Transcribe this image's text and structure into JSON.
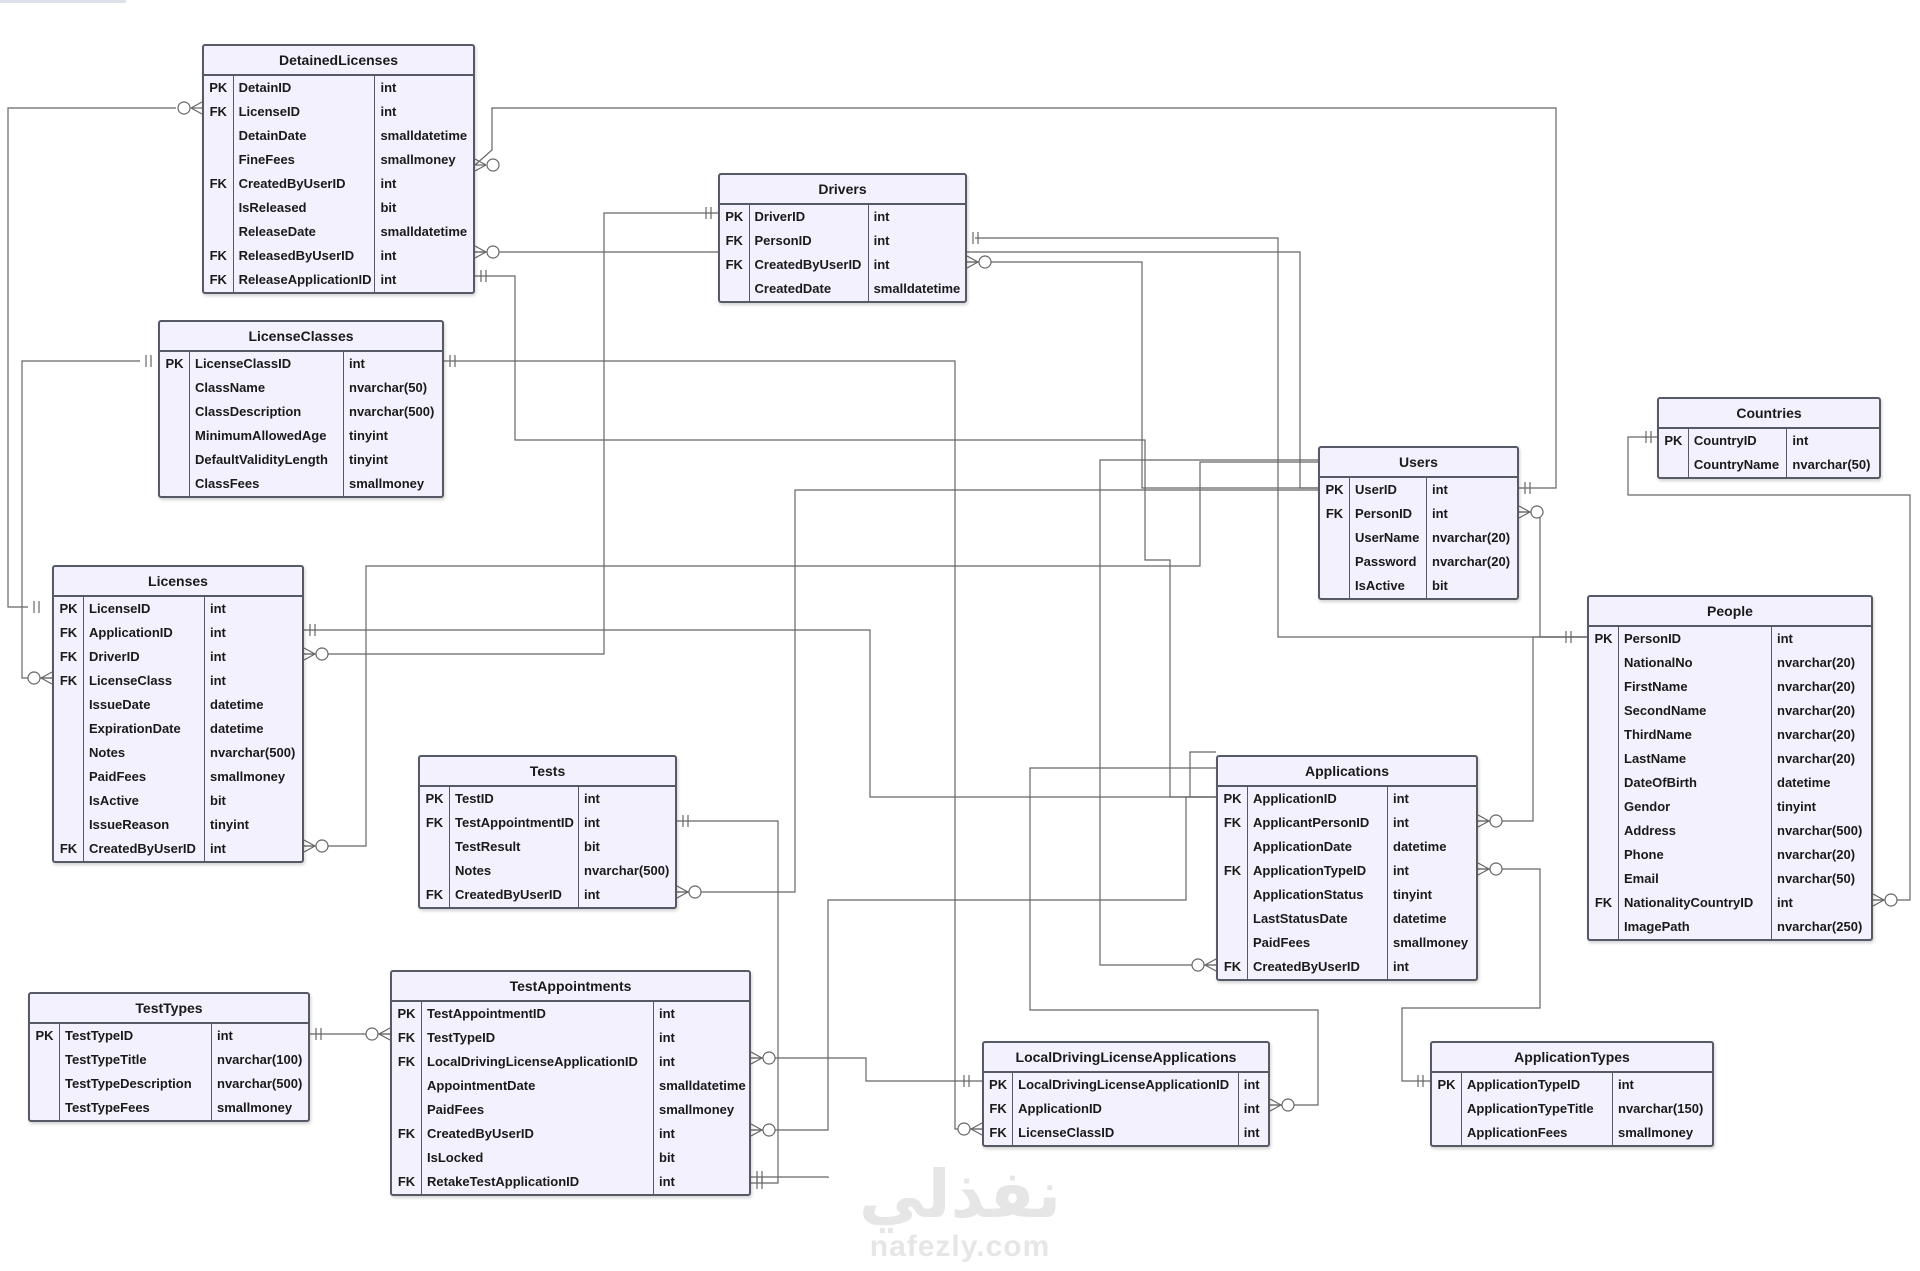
{
  "page_title": "Driving License Management Database ERD",
  "watermark": {
    "arabic": "نفذلي",
    "latin": "nafezly.com"
  },
  "entities": {
    "DetainedLicenses": {
      "title": "DetainedLicenses",
      "rows": [
        {
          "key": "PK",
          "name": "DetainID",
          "type": "int"
        },
        {
          "key": "FK",
          "name": "LicenseID",
          "type": "int"
        },
        {
          "key": "",
          "name": "DetainDate",
          "type": "smalldatetime"
        },
        {
          "key": "",
          "name": "FineFees",
          "type": "smallmoney"
        },
        {
          "key": "FK",
          "name": "CreatedByUserID",
          "type": "int"
        },
        {
          "key": "",
          "name": "IsReleased",
          "type": "bit"
        },
        {
          "key": "",
          "name": "ReleaseDate",
          "type": "smalldatetime"
        },
        {
          "key": "FK",
          "name": "ReleasedByUserID",
          "type": "int"
        },
        {
          "key": "FK",
          "name": "ReleaseApplicationID",
          "type": "int"
        }
      ]
    },
    "Drivers": {
      "title": "Drivers",
      "rows": [
        {
          "key": "PK",
          "name": "DriverID",
          "type": "int"
        },
        {
          "key": "FK",
          "name": "PersonID",
          "type": "int"
        },
        {
          "key": "FK",
          "name": "CreatedByUserID",
          "type": "int"
        },
        {
          "key": "",
          "name": "CreatedDate",
          "type": "smalldatetime"
        }
      ]
    },
    "LicenseClasses": {
      "title": "LicenseClasses",
      "rows": [
        {
          "key": "PK",
          "name": "LicenseClassID",
          "type": "int"
        },
        {
          "key": "",
          "name": "ClassName",
          "type": "nvarchar(50)"
        },
        {
          "key": "",
          "name": "ClassDescription",
          "type": "nvarchar(500)"
        },
        {
          "key": "",
          "name": "MinimumAllowedAge",
          "type": "tinyint"
        },
        {
          "key": "",
          "name": "DefaultValidityLength",
          "type": "tinyint"
        },
        {
          "key": "",
          "name": "ClassFees",
          "type": "smallmoney"
        }
      ]
    },
    "Countries": {
      "title": "Countries",
      "rows": [
        {
          "key": "PK",
          "name": "CountryID",
          "type": "int"
        },
        {
          "key": "",
          "name": "CountryName",
          "type": "nvarchar(50)"
        }
      ]
    },
    "Users": {
      "title": "Users",
      "rows": [
        {
          "key": "PK",
          "name": "UserID",
          "type": "int"
        },
        {
          "key": "FK",
          "name": "PersonID",
          "type": "int"
        },
        {
          "key": "",
          "name": "UserName",
          "type": "nvarchar(20)"
        },
        {
          "key": "",
          "name": "Password",
          "type": "nvarchar(20)"
        },
        {
          "key": "",
          "name": "IsActive",
          "type": "bit"
        }
      ]
    },
    "Licenses": {
      "title": "Licenses",
      "rows": [
        {
          "key": "PK",
          "name": "LicenseID",
          "type": "int"
        },
        {
          "key": "FK",
          "name": "ApplicationID",
          "type": "int"
        },
        {
          "key": "FK",
          "name": "DriverID",
          "type": "int"
        },
        {
          "key": "FK",
          "name": "LicenseClass",
          "type": "int"
        },
        {
          "key": "",
          "name": "IssueDate",
          "type": "datetime"
        },
        {
          "key": "",
          "name": "ExpirationDate",
          "type": "datetime"
        },
        {
          "key": "",
          "name": "Notes",
          "type": "nvarchar(500)"
        },
        {
          "key": "",
          "name": "PaidFees",
          "type": "smallmoney"
        },
        {
          "key": "",
          "name": "IsActive",
          "type": "bit"
        },
        {
          "key": "",
          "name": "IssueReason",
          "type": "tinyint"
        },
        {
          "key": "FK",
          "name": "CreatedByUserID",
          "type": "int"
        }
      ]
    },
    "People": {
      "title": "People",
      "rows": [
        {
          "key": "PK",
          "name": "PersonID",
          "type": "int"
        },
        {
          "key": "",
          "name": "NationalNo",
          "type": "nvarchar(20)"
        },
        {
          "key": "",
          "name": "FirstName",
          "type": "nvarchar(20)"
        },
        {
          "key": "",
          "name": "SecondName",
          "type": "nvarchar(20)"
        },
        {
          "key": "",
          "name": "ThirdName",
          "type": "nvarchar(20)"
        },
        {
          "key": "",
          "name": "LastName",
          "type": "nvarchar(20)"
        },
        {
          "key": "",
          "name": "DateOfBirth",
          "type": "datetime"
        },
        {
          "key": "",
          "name": "Gendor",
          "type": "tinyint"
        },
        {
          "key": "",
          "name": "Address",
          "type": "nvarchar(500)"
        },
        {
          "key": "",
          "name": "Phone",
          "type": "nvarchar(20)"
        },
        {
          "key": "",
          "name": "Email",
          "type": "nvarchar(50)"
        },
        {
          "key": "FK",
          "name": "NationalityCountryID",
          "type": "int"
        },
        {
          "key": "",
          "name": "ImagePath",
          "type": "nvarchar(250)"
        }
      ]
    },
    "Tests": {
      "title": "Tests",
      "rows": [
        {
          "key": "PK",
          "name": "TestID",
          "type": "int"
        },
        {
          "key": "FK",
          "name": "TestAppointmentID",
          "type": "int"
        },
        {
          "key": "",
          "name": "TestResult",
          "type": "bit"
        },
        {
          "key": "",
          "name": "Notes",
          "type": "nvarchar(500)"
        },
        {
          "key": "FK",
          "name": "CreatedByUserID",
          "type": "int"
        }
      ]
    },
    "Applications": {
      "title": "Applications",
      "rows": [
        {
          "key": "PK",
          "name": "ApplicationID",
          "type": "int"
        },
        {
          "key": "FK",
          "name": "ApplicantPersonID",
          "type": "int"
        },
        {
          "key": "",
          "name": "ApplicationDate",
          "type": "datetime"
        },
        {
          "key": "FK",
          "name": "ApplicationTypeID",
          "type": "int"
        },
        {
          "key": "",
          "name": "ApplicationStatus",
          "type": "tinyint"
        },
        {
          "key": "",
          "name": "LastStatusDate",
          "type": "datetime"
        },
        {
          "key": "",
          "name": "PaidFees",
          "type": "smallmoney"
        },
        {
          "key": "FK",
          "name": "CreatedByUserID",
          "type": "int"
        }
      ]
    },
    "TestTypes": {
      "title": "TestTypes",
      "rows": [
        {
          "key": "PK",
          "name": "TestTypeID",
          "type": "int"
        },
        {
          "key": "",
          "name": "TestTypeTitle",
          "type": "nvarchar(100)"
        },
        {
          "key": "",
          "name": "TestTypeDescription",
          "type": "nvarchar(500)"
        },
        {
          "key": "",
          "name": "TestTypeFees",
          "type": "smallmoney"
        }
      ]
    },
    "TestAppointments": {
      "title": "TestAppointments",
      "rows": [
        {
          "key": "PK",
          "name": "TestAppointmentID",
          "type": "int"
        },
        {
          "key": "FK",
          "name": "TestTypeID",
          "type": "int"
        },
        {
          "key": "FK",
          "name": "LocalDrivingLicenseApplicationID",
          "type": "int"
        },
        {
          "key": "",
          "name": "AppointmentDate",
          "type": "smalldatetime"
        },
        {
          "key": "",
          "name": "PaidFees",
          "type": "smallmoney"
        },
        {
          "key": "FK",
          "name": "CreatedByUserID",
          "type": "int"
        },
        {
          "key": "",
          "name": "IsLocked",
          "type": "bit"
        },
        {
          "key": "FK",
          "name": "RetakeTestApplicationID",
          "type": "int"
        }
      ]
    },
    "LocalDrivingLicenseApplications": {
      "title": "LocalDrivingLicenseApplications",
      "rows": [
        {
          "key": "PK",
          "name": "LocalDrivingLicenseApplicationID",
          "type": "int"
        },
        {
          "key": "FK",
          "name": "ApplicationID",
          "type": "int"
        },
        {
          "key": "FK",
          "name": "LicenseClassID",
          "type": "int"
        }
      ]
    },
    "ApplicationTypes": {
      "title": "ApplicationTypes",
      "rows": [
        {
          "key": "PK",
          "name": "ApplicationTypeID",
          "type": "int"
        },
        {
          "key": "",
          "name": "ApplicationTypeTitle",
          "type": "nvarchar(150)"
        },
        {
          "key": "",
          "name": "ApplicationFees",
          "type": "smallmoney"
        }
      ]
    }
  },
  "relationships": [
    {
      "from": "DetainedLicenses.LicenseID",
      "to": "Licenses.LicenseID"
    },
    {
      "from": "DetainedLicenses.CreatedByUserID",
      "to": "Users.UserID"
    },
    {
      "from": "DetainedLicenses.ReleasedByUserID",
      "to": "Users.UserID"
    },
    {
      "from": "DetainedLicenses.ReleaseApplicationID",
      "to": "Applications.ApplicationID"
    },
    {
      "from": "Drivers.PersonID",
      "to": "People.PersonID"
    },
    {
      "from": "Drivers.CreatedByUserID",
      "to": "Users.UserID"
    },
    {
      "from": "Licenses.LicenseClass",
      "to": "LicenseClasses.LicenseClassID"
    },
    {
      "from": "Licenses.DriverID",
      "to": "Drivers.DriverID"
    },
    {
      "from": "Licenses.ApplicationID",
      "to": "Applications.ApplicationID"
    },
    {
      "from": "Licenses.CreatedByUserID",
      "to": "Users.UserID"
    },
    {
      "from": "Users.PersonID",
      "to": "People.PersonID"
    },
    {
      "from": "People.NationalityCountryID",
      "to": "Countries.CountryID"
    },
    {
      "from": "Applications.ApplicantPersonID",
      "to": "People.PersonID"
    },
    {
      "from": "Applications.ApplicationTypeID",
      "to": "ApplicationTypes.ApplicationTypeID"
    },
    {
      "from": "Applications.CreatedByUserID",
      "to": "Users.UserID"
    },
    {
      "from": "Tests.TestAppointmentID",
      "to": "TestAppointments.TestAppointmentID"
    },
    {
      "from": "Tests.CreatedByUserID",
      "to": "Users.UserID"
    },
    {
      "from": "TestAppointments.TestTypeID",
      "to": "TestTypes.TestTypeID"
    },
    {
      "from": "TestAppointments.LocalDrivingLicenseApplicationID",
      "to": "LocalDrivingLicenseApplications.LocalDrivingLicenseApplicationID"
    },
    {
      "from": "TestAppointments.CreatedByUserID",
      "to": "Users.UserID"
    },
    {
      "from": "TestAppointments.RetakeTestApplicationID",
      "to": "Applications.ApplicationID"
    },
    {
      "from": "LocalDrivingLicenseApplications.ApplicationID",
      "to": "Applications.ApplicationID"
    },
    {
      "from": "LocalDrivingLicenseApplications.LicenseClassID",
      "to": "LicenseClasses.LicenseClassID"
    }
  ]
}
